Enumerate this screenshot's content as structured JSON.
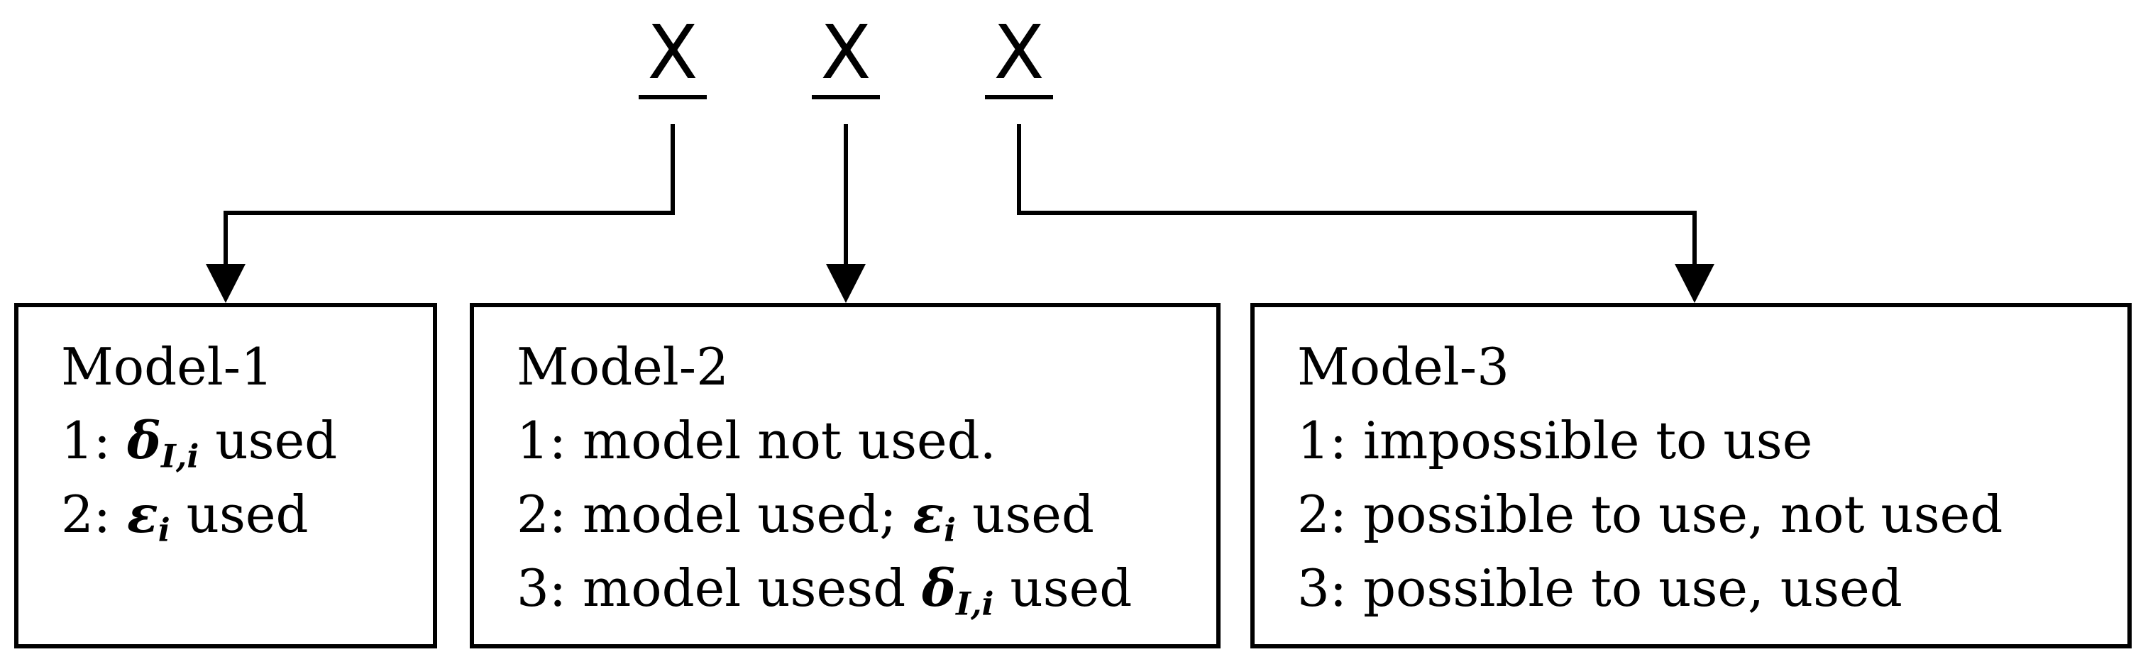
{
  "code": {
    "letters": [
      "X",
      "X",
      "X"
    ]
  },
  "models": [
    {
      "title": "Model-1",
      "lines": [
        {
          "prefix": "1: ",
          "symbol": "δ",
          "subscript": "I,i",
          "suffix": " used"
        },
        {
          "prefix": "2: ",
          "symbol": "ε",
          "subscript": "i",
          "suffix": " used"
        }
      ]
    },
    {
      "title": "Model-2",
      "lines": [
        {
          "prefix": "1: model not used.",
          "symbol": "",
          "subscript": "",
          "suffix": ""
        },
        {
          "prefix": "2: model used; ",
          "symbol": "ε",
          "subscript": "i",
          "suffix": " used"
        },
        {
          "prefix": "3: model usesd ",
          "symbol": "δ",
          "subscript": "I,i",
          "suffix": " used"
        }
      ]
    },
    {
      "title": "Model-3",
      "lines": [
        {
          "prefix": "1: impossible to use",
          "symbol": "",
          "subscript": "",
          "suffix": ""
        },
        {
          "prefix": "2: possible to use, not used",
          "symbol": "",
          "subscript": "",
          "suffix": ""
        },
        {
          "prefix": "3: possible to use, used",
          "symbol": "",
          "subscript": "",
          "suffix": ""
        }
      ]
    }
  ]
}
